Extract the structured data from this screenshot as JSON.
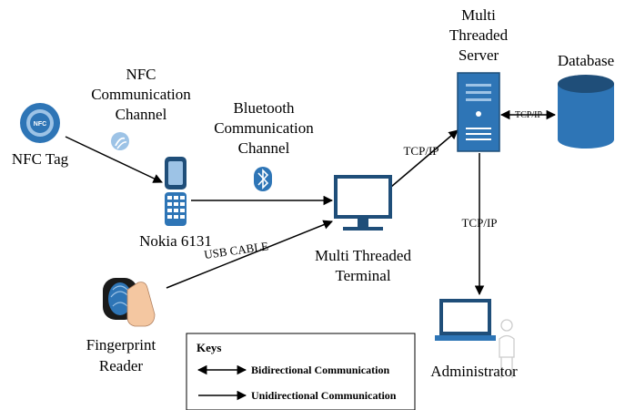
{
  "nodes": {
    "nfc_tag": "NFC Tag",
    "nokia": "Nokia 6131",
    "terminal": [
      "Multi Threaded",
      "Terminal"
    ],
    "server": [
      "Multi",
      "Threaded",
      "Server"
    ],
    "database": "Database",
    "administrator": "Administrator",
    "fingerprint": [
      "Fingerprint",
      "Reader"
    ]
  },
  "channels": {
    "nfc": [
      "NFC",
      "Communication",
      "Channel"
    ],
    "bluetooth": [
      "Bluetooth",
      "Communication",
      "Channel"
    ]
  },
  "edges": {
    "terminal_server": "TCP/IP",
    "server_database": "TCP/IP",
    "server_admin": "TCP/IP",
    "usb": "USB CABLE"
  },
  "tag_text": "NFC",
  "keys": {
    "title": "Keys",
    "bidirectional": "Bidirectional Communication",
    "unidirectional": "Unidirectional Communication"
  },
  "colors": {
    "blue": "#2e75b6",
    "dark_blue": "#1f4e79",
    "light_blue": "#9dc3e6"
  }
}
